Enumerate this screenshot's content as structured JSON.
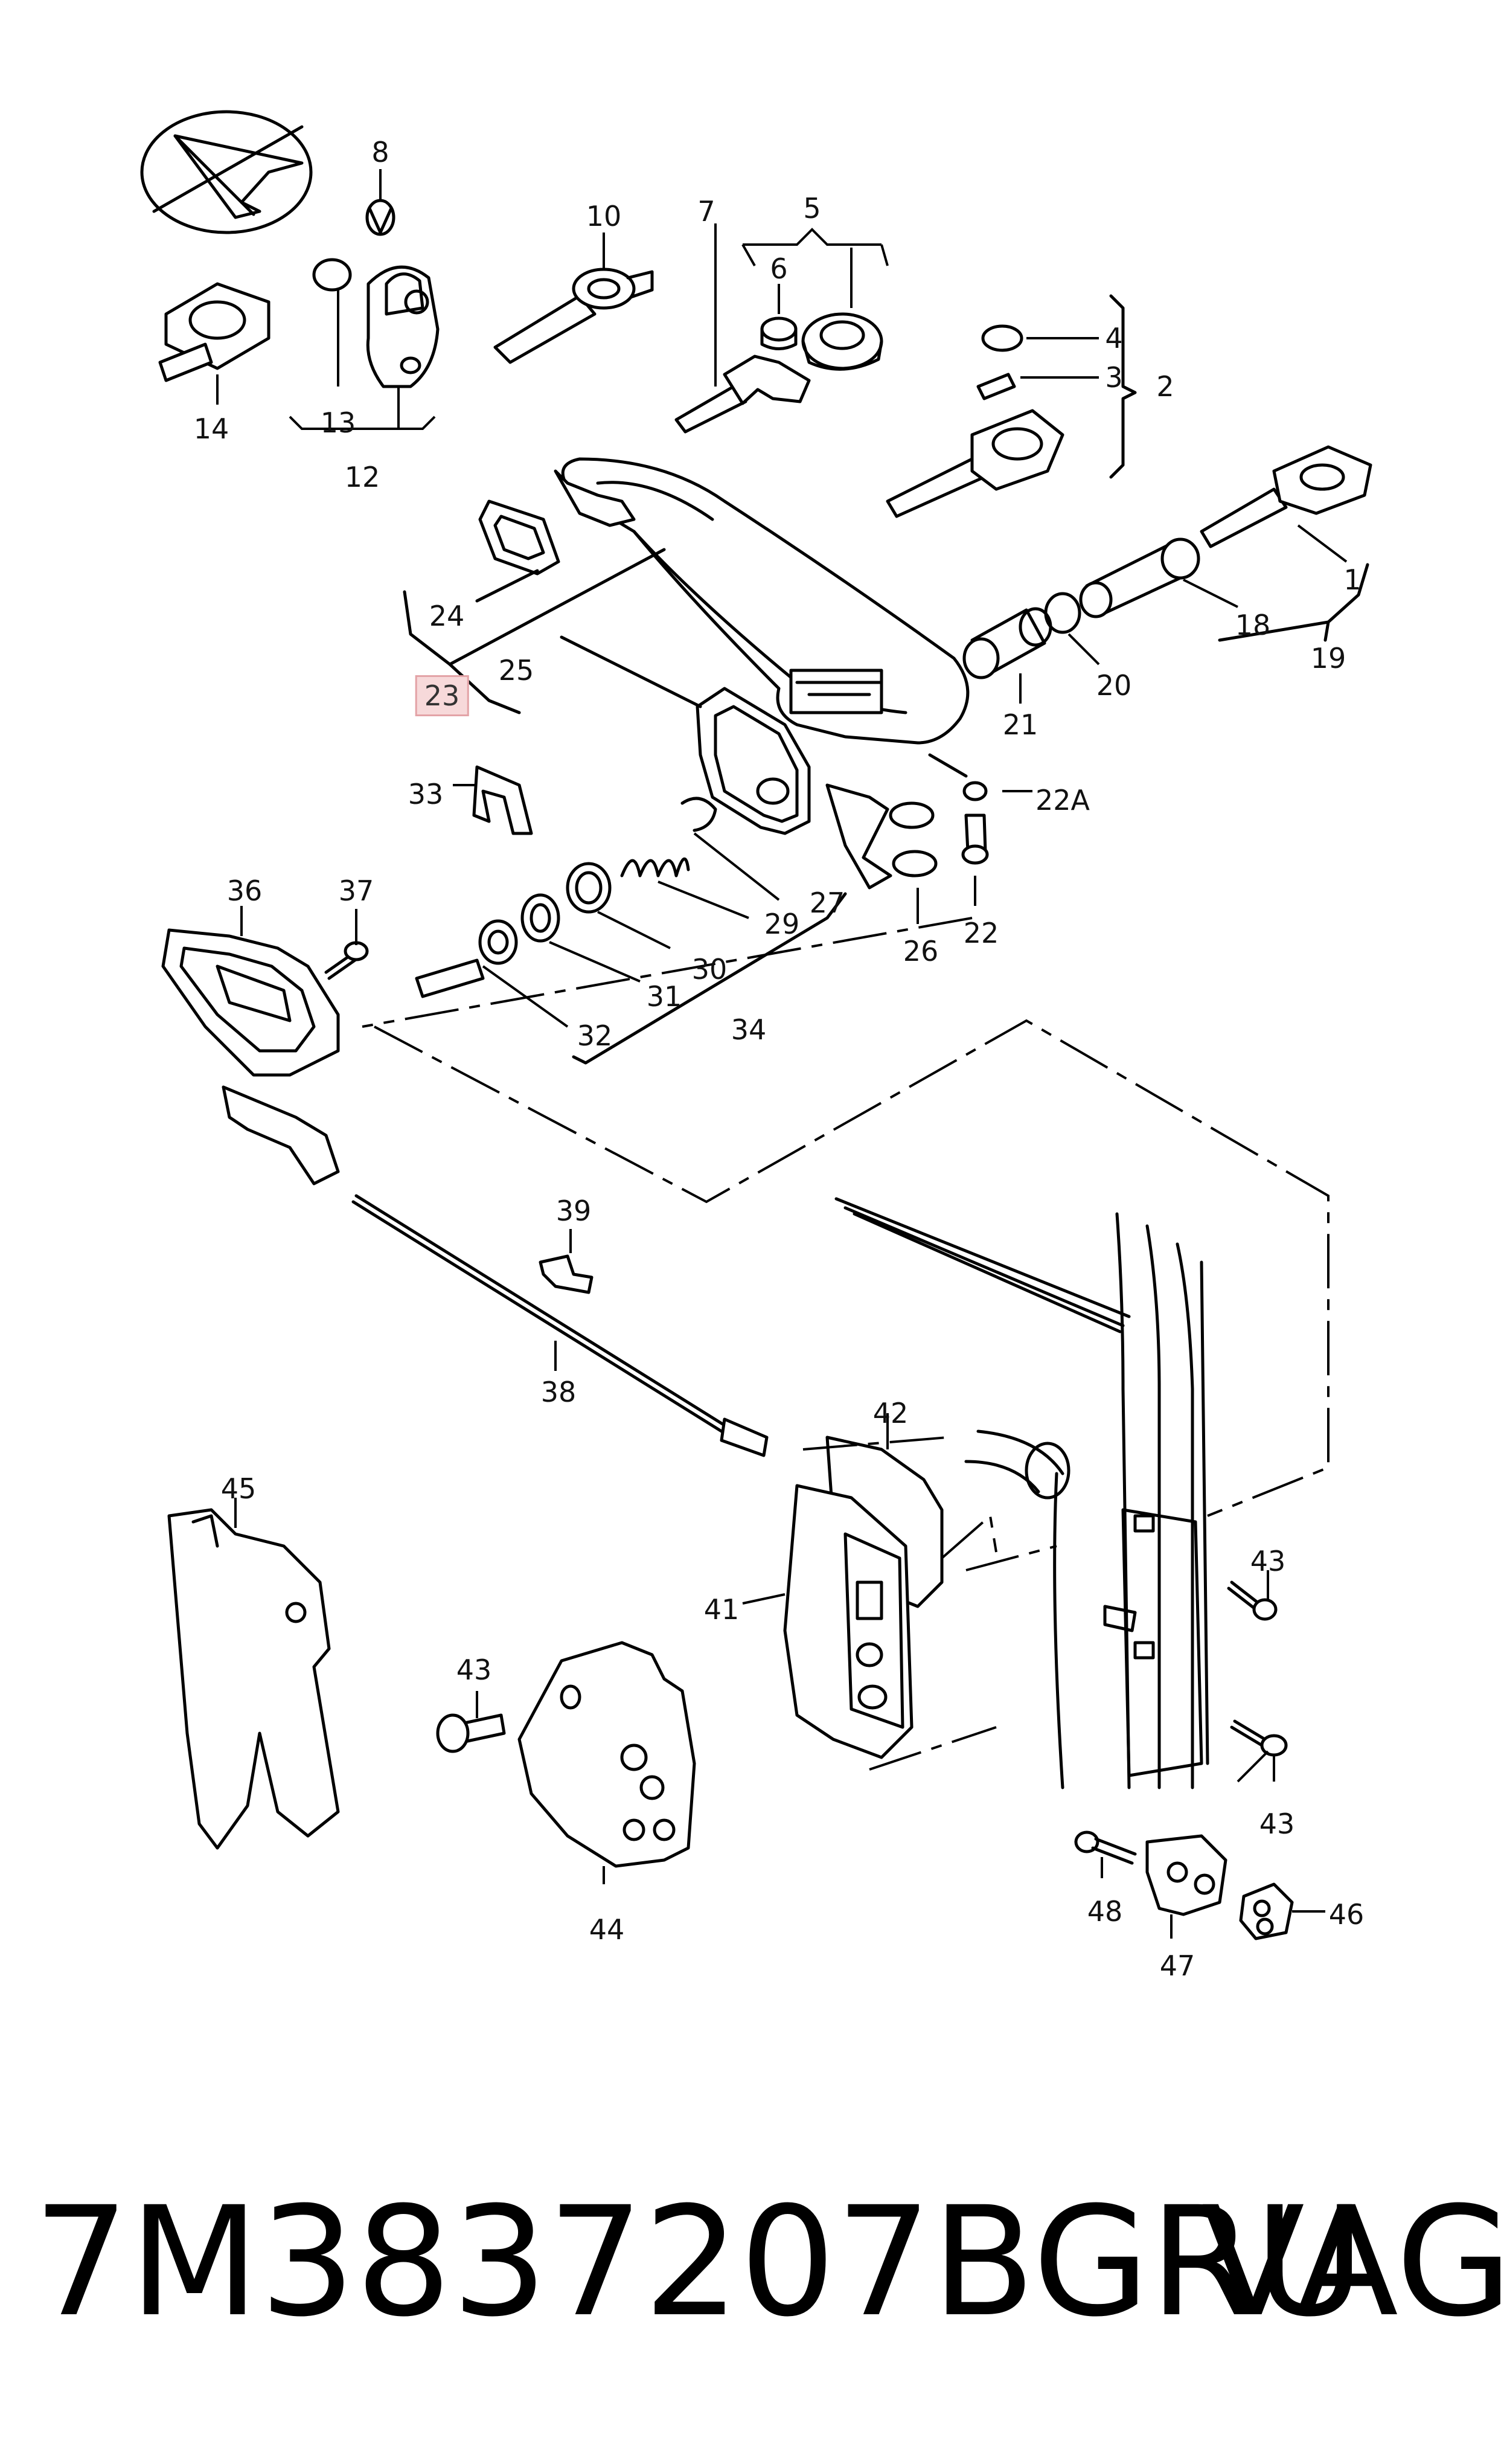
{
  "footer": {
    "part_number": "7M3837207BGRU",
    "brand": "VAG"
  },
  "highlighted_callout": "23",
  "callouts": [
    "1",
    "2",
    "3",
    "4",
    "5",
    "6",
    "7",
    "8",
    "10",
    "12",
    "13",
    "14",
    "18",
    "19",
    "20",
    "21",
    "22",
    "22A",
    "23",
    "24",
    "25",
    "26",
    "27",
    "29",
    "30",
    "31",
    "32",
    "33",
    "34",
    "36",
    "37",
    "38",
    "39",
    "41",
    "42",
    "43",
    "44",
    "45",
    "46",
    "47",
    "48"
  ]
}
